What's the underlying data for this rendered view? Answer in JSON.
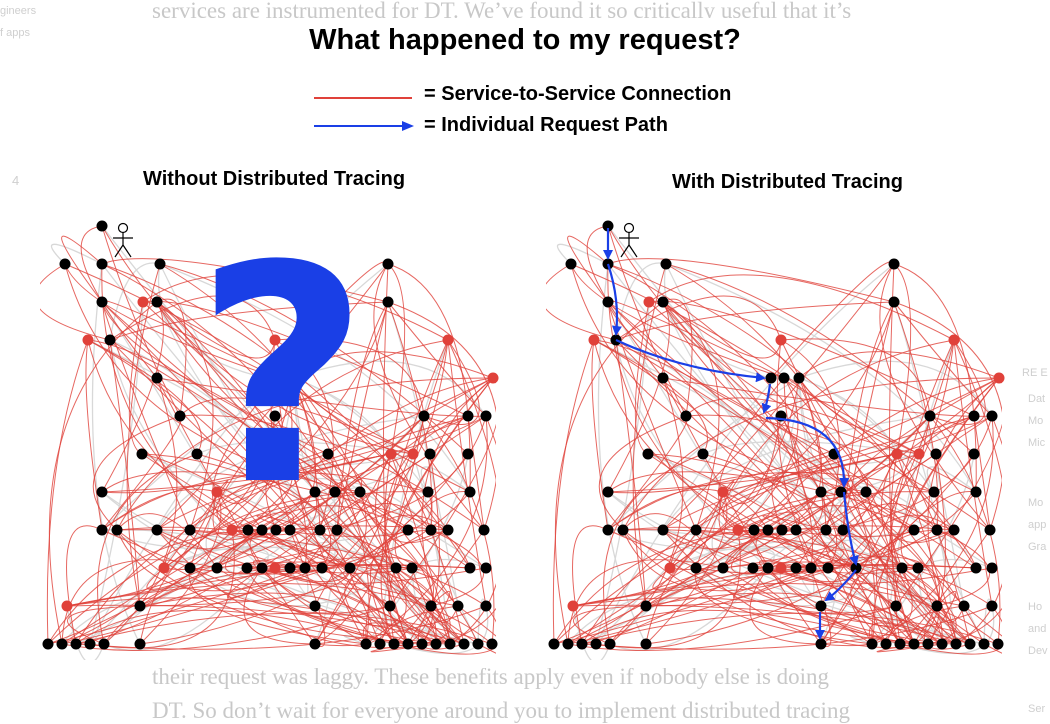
{
  "background": {
    "top_text": "services are instrumented for DT. We’ve found it so critically useful that it’s",
    "bottom_text": "their request was laggy. These benefits apply even if nobody else is doing",
    "bottom_text_2": "DT. So don’t wait for everyone around you to implement distributed tracing",
    "left_snippets": [
      "gineers",
      "f apps",
      "4"
    ],
    "right_snippets": [
      "RE E",
      "Dat",
      "Mo",
      "Mic",
      "Mo",
      "app",
      "Gra",
      "Ho",
      "and",
      "Dev",
      "Ser"
    ]
  },
  "figure": {
    "title": "What happened to my request?",
    "legend": [
      {
        "label": "= Service-to-Service Connection",
        "color": "#e0413a",
        "style": "line"
      },
      {
        "label": "= Individual Request Path",
        "color": "#1a3fe6",
        "style": "arrow"
      }
    ],
    "left_panel": {
      "title": "Without Distributed Tracing",
      "overlay_symbol": "?"
    },
    "right_panel": {
      "title": "With Distributed Tracing"
    },
    "colors": {
      "node": "#000000",
      "highlight_node": "#e0413a",
      "connection": "#e0413a",
      "faint_connection": "#d8d8d8",
      "request_path": "#1a3fe6"
    }
  }
}
